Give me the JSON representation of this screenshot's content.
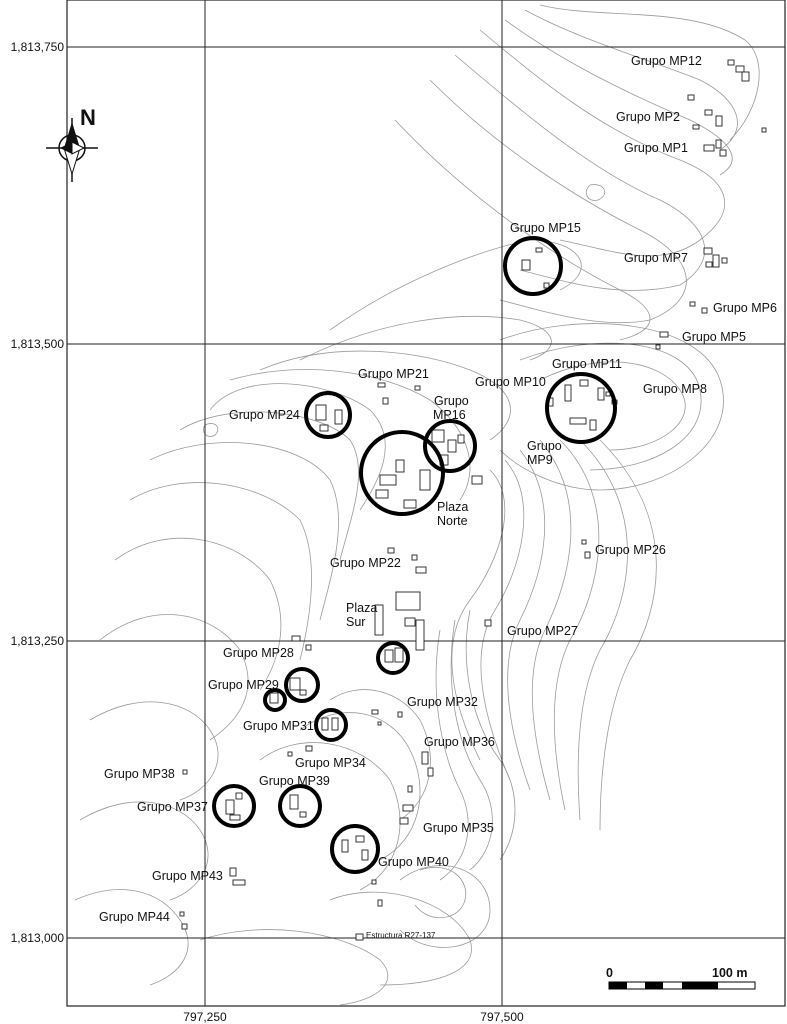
{
  "map": {
    "north_label": "N",
    "northings": [
      "1,813,750",
      "1,813,500",
      "1,813,250",
      "1,813,000"
    ],
    "eastings": [
      "797,250",
      "797,500"
    ],
    "scale": {
      "start": "0",
      "end": "100 m"
    },
    "labels": {
      "mp12": "Grupo MP12",
      "mp2": "Grupo MP2",
      "mp1": "Grupo MP1",
      "mp15": "Grupo MP15",
      "mp7": "Grupo MP7",
      "mp6": "Grupo MP6",
      "mp5": "Grupo MP5",
      "mp11": "Grupo MP11",
      "mp10": "Grupo MP10",
      "mp8": "Grupo MP8",
      "mp21": "Grupo MP21",
      "mp24": "Grupo MP24",
      "mp16a": "Grupo",
      "mp16b": "MP16",
      "mp9a": "Grupo",
      "mp9b": "MP9",
      "plaza_norte_a": "Plaza",
      "plaza_norte_b": "Norte",
      "mp26": "Grupo MP26",
      "mp22": "Grupo MP22",
      "plaza_sur_a": "Plaza",
      "plaza_sur_b": "Sur",
      "mp27": "Grupo MP27",
      "mp28": "Grupo MP28",
      "mp29": "Grupo MP29",
      "mp32": "Grupo MP32",
      "mp31": "Grupo MP31",
      "mp36": "Grupo MP36",
      "mp34": "Grupo MP34",
      "mp38": "Grupo MP38",
      "mp39": "Grupo MP39",
      "mp37": "Grupo MP37",
      "mp35": "Grupo MP35",
      "mp40": "Grupo MP40",
      "mp43": "Grupo MP43",
      "mp44": "Grupo MP44",
      "r27": "Estructura R27-137"
    }
  }
}
